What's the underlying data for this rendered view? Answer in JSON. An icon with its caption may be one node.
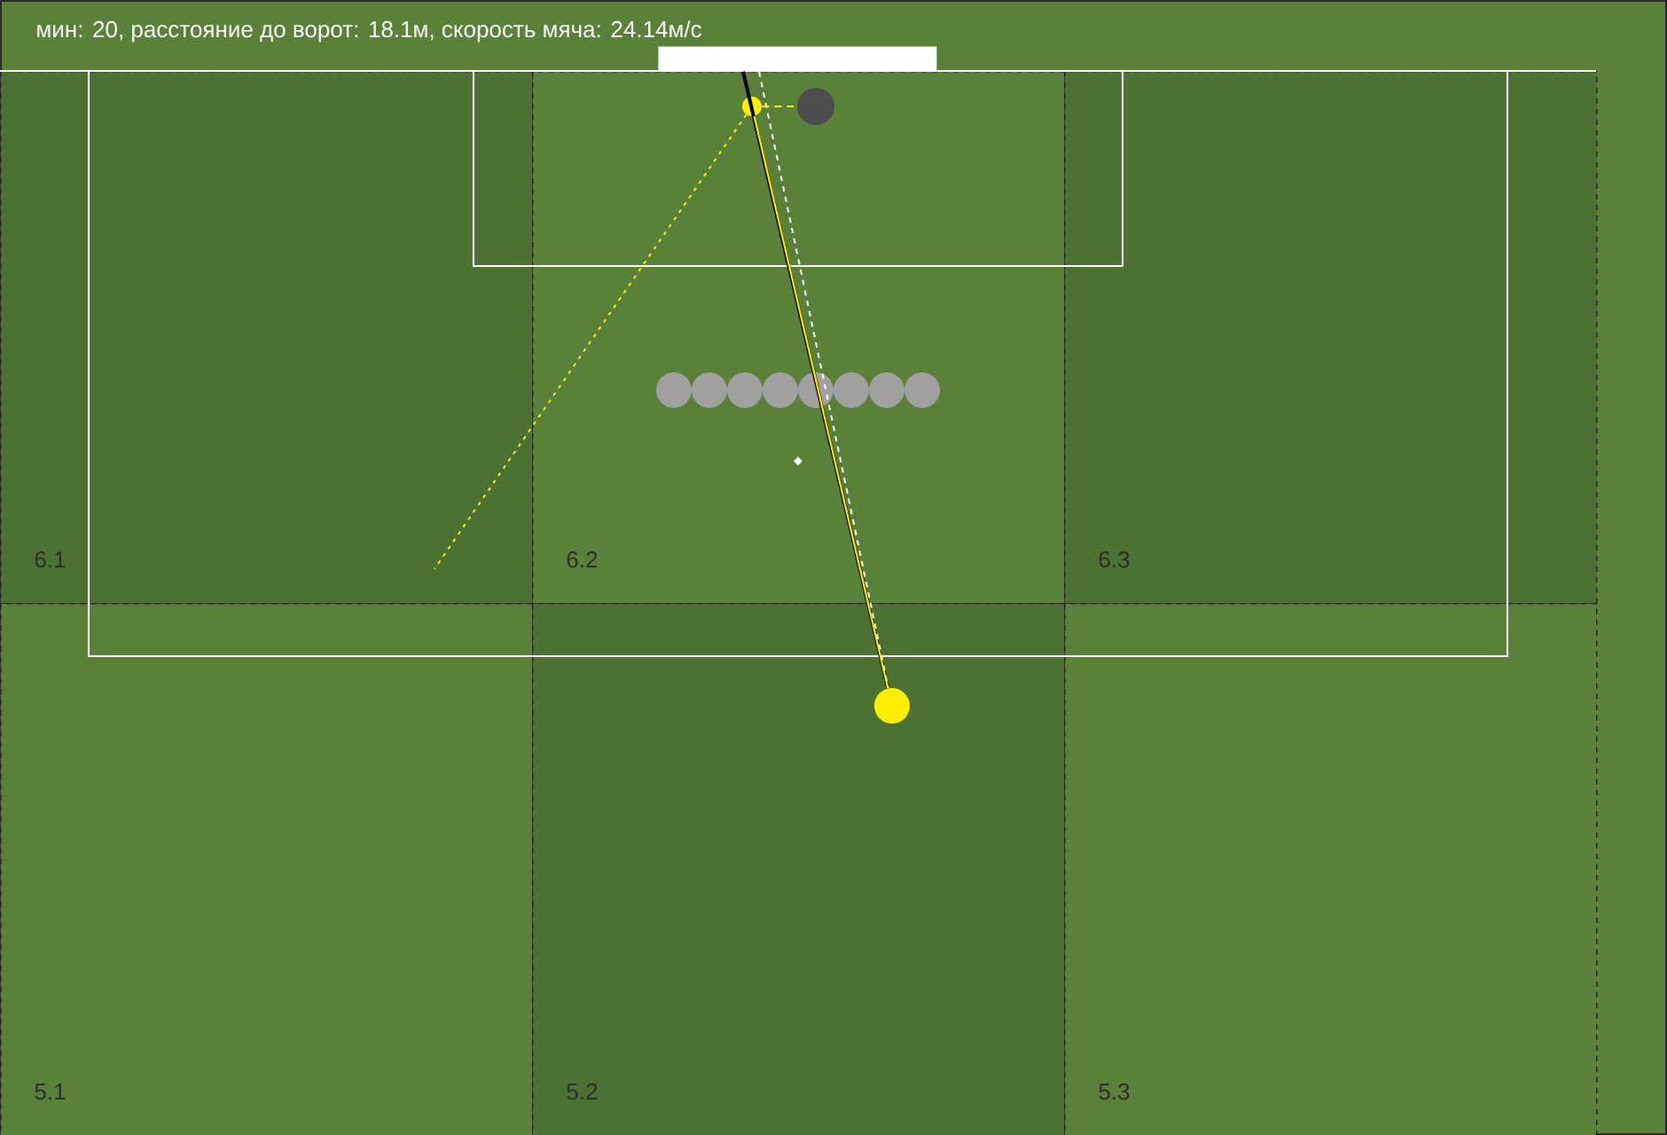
{
  "diagram": {
    "title": "мин: 20, расстояние до ворот: 18.1м, скорость мяча: 24.14м/с",
    "nodes": [
      {
        "text": [
          "6.1"
        ]
      },
      {
        "text": [
          "6.2"
        ]
      },
      {
        "text": [
          "6.3"
        ]
      },
      {
        "text": [
          "5.1"
        ]
      },
      {
        "text": [
          "5.2"
        ]
      },
      {
        "text": [
          "5.3"
        ]
      },
      {
        "text": [],
        "shape": "bar"
      },
      {
        "text": [],
        "shape": "circle",
        "in": 1
      },
      {
        "text": [],
        "shape": "circle",
        "in": 1
      },
      {
        "text": [],
        "shape": "circle",
        "in": 4
      }
    ],
    "edges": [
      {
        "from": 6,
        "to": 9,
        "arrow": "none",
        "color": "#000000"
      },
      {
        "from": 6,
        "to": 9,
        "arrow": "none",
        "style": "dashed",
        "color": "#ffffff"
      },
      {
        "from": 9,
        "to": 7,
        "arrow": "none"
      },
      {
        "from": 7,
        "to": 8,
        "arrow": "none",
        "style": "dashed"
      },
      {
        "from": 7,
        "to": 0,
        "arrow": "none",
        "style": "dashed"
      }
    ]
  }
}
